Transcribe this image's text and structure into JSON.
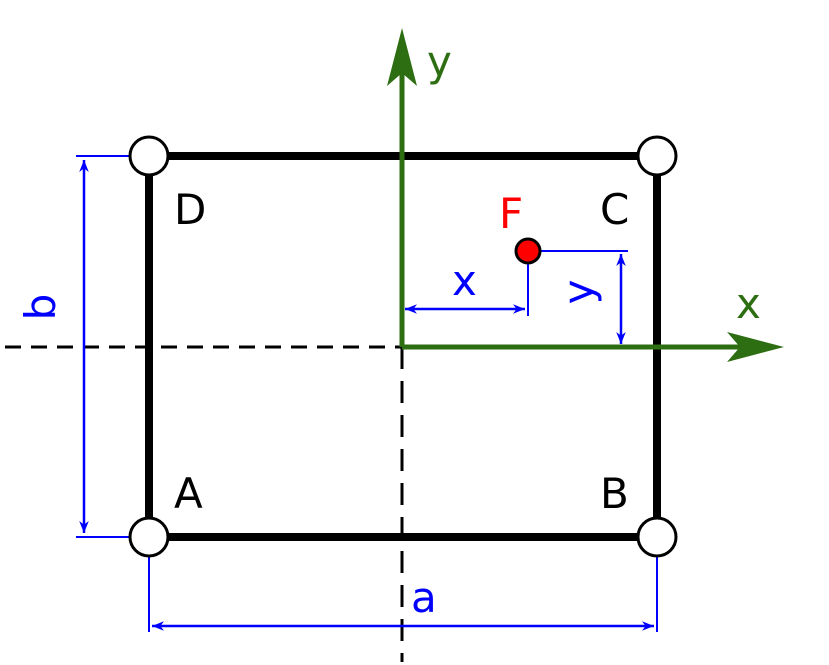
{
  "colors": {
    "frame": "#000000",
    "dimension": "#0000ff",
    "axis": "#2e6e12",
    "force": "#ff0000",
    "corner_fill": "#ffffff"
  },
  "corners": {
    "A": "A",
    "B": "B",
    "C": "C",
    "D": "D"
  },
  "force": {
    "label": "F"
  },
  "axes": {
    "x_label": "x",
    "y_label": "y"
  },
  "dimensions": {
    "width_label": "a",
    "height_label": "b",
    "force_x_label": "x",
    "force_y_label": "y"
  }
}
